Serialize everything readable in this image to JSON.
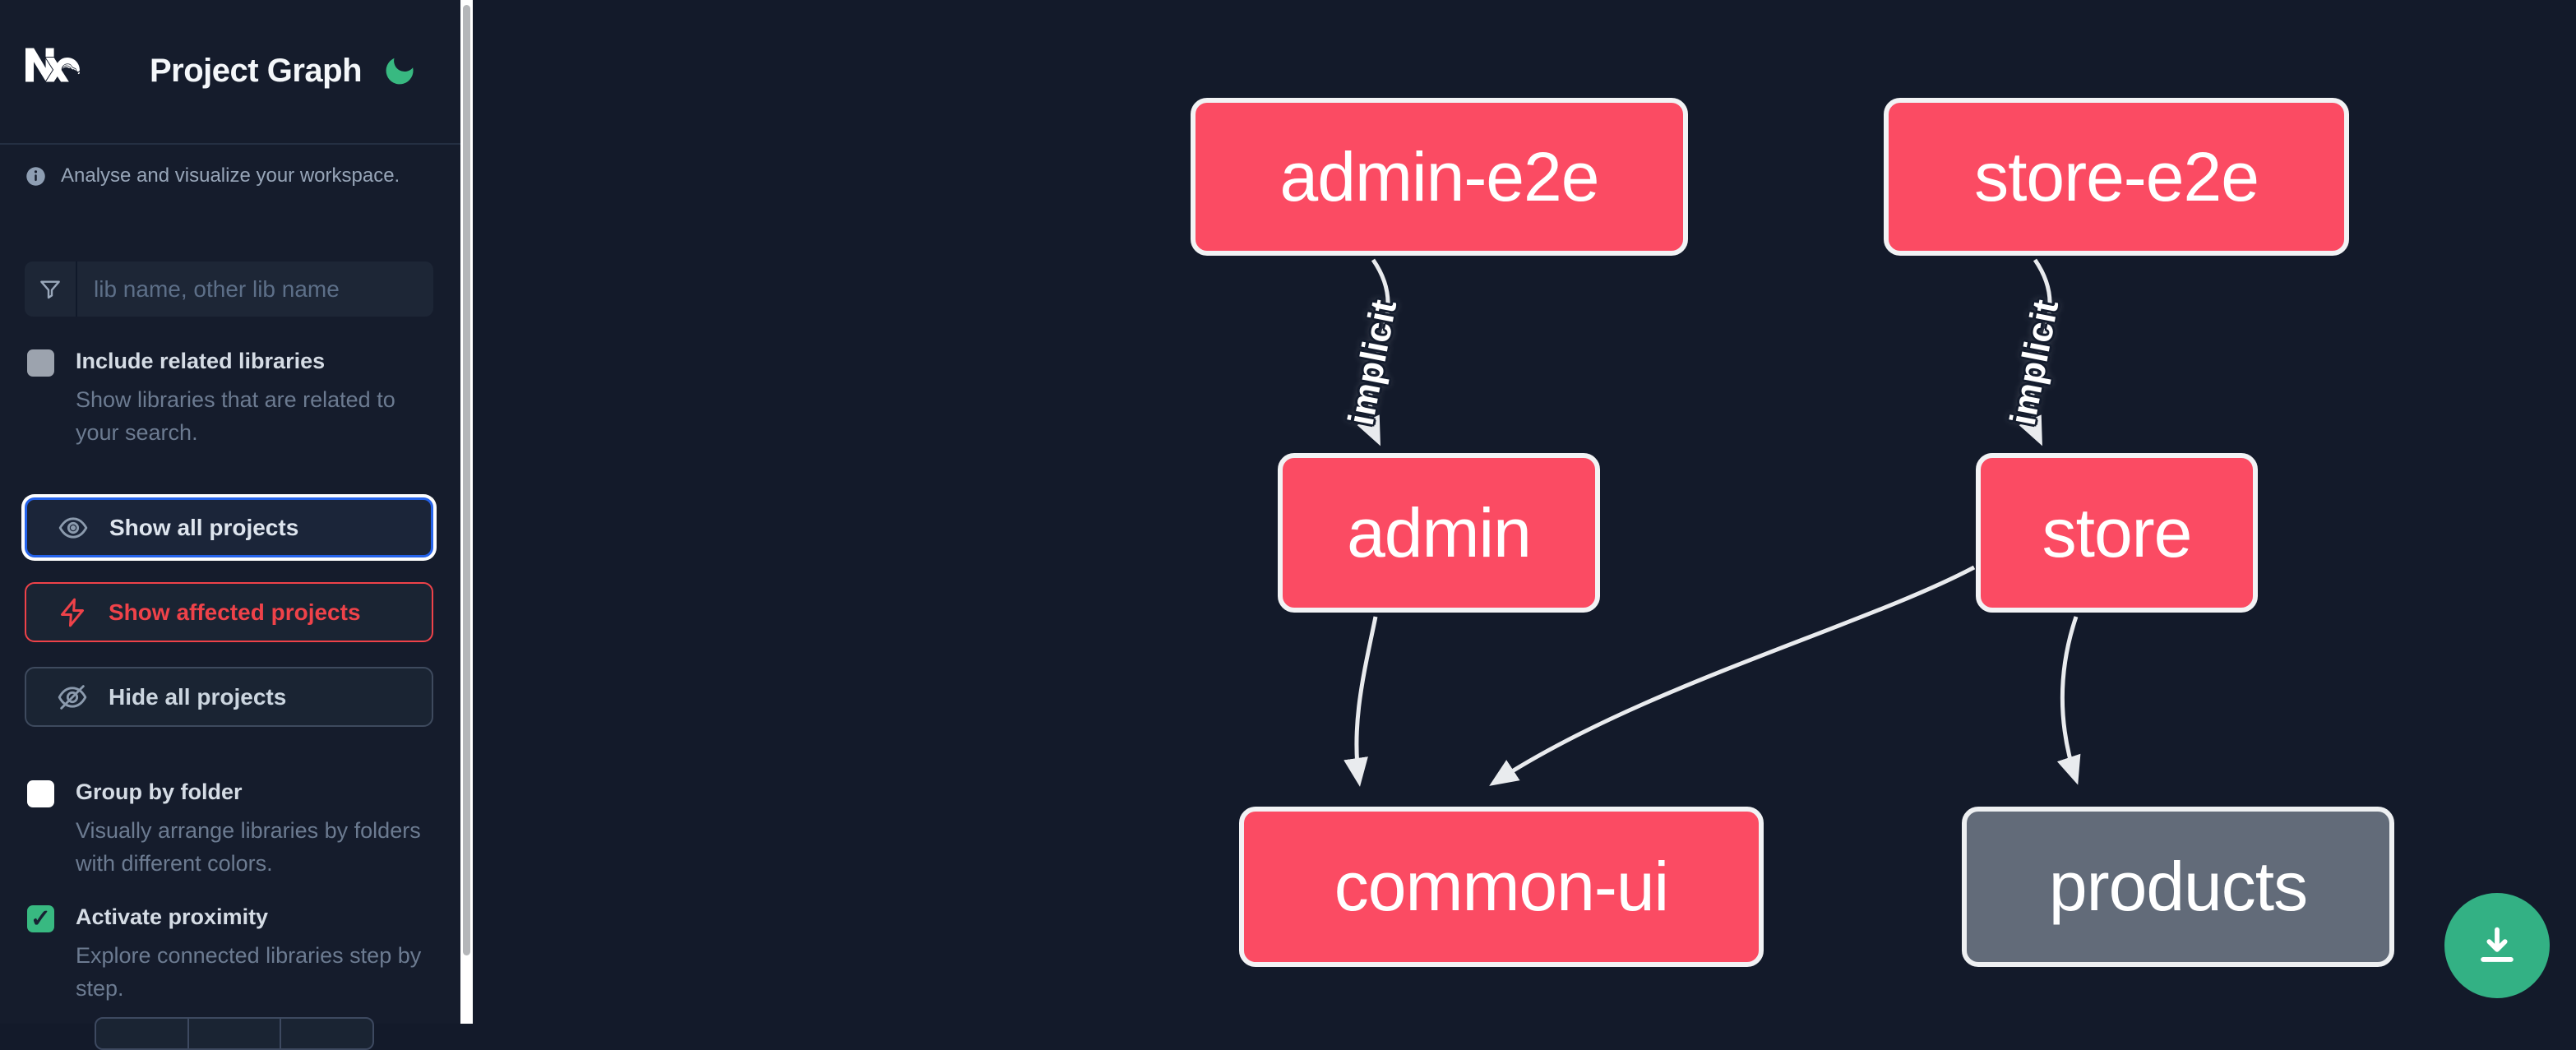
{
  "header": {
    "title": "Project Graph",
    "theme_toggle": "moon-icon"
  },
  "info": {
    "text": "Analyse and visualize your workspace."
  },
  "search": {
    "placeholder": "lib name, other lib name",
    "value": "",
    "icon": "filter-funnel-icon"
  },
  "options": [
    {
      "label": "Include related libraries",
      "desc": "Show libraries that are related to your search.",
      "checked": false
    },
    {
      "label": "Group by folder",
      "desc": "Visually arrange libraries by folders with different colors.",
      "checked": false
    },
    {
      "label": "Activate proximity",
      "desc": "Explore connected libraries step by step.",
      "checked": true,
      "check_glyph": "✓"
    }
  ],
  "buttons": {
    "show_all": "Show all projects",
    "show_affected": "Show affected projects",
    "hide_all": "Hide all projects"
  },
  "graph": {
    "edge_label": "implicit",
    "nodes": [
      {
        "id": "admin-e2e",
        "label": "admin-e2e",
        "kind": "app"
      },
      {
        "id": "store-e2e",
        "label": "store-e2e",
        "kind": "app"
      },
      {
        "id": "admin",
        "label": "admin",
        "kind": "app"
      },
      {
        "id": "store",
        "label": "store",
        "kind": "app"
      },
      {
        "id": "common-ui",
        "label": "common-ui",
        "kind": "lib"
      },
      {
        "id": "products",
        "label": "products",
        "kind": "lib-unfocused"
      }
    ],
    "edges": [
      {
        "from": "admin-e2e",
        "to": "admin",
        "label": "implicit"
      },
      {
        "from": "store-e2e",
        "to": "store",
        "label": "implicit"
      },
      {
        "from": "admin",
        "to": "common-ui",
        "label": ""
      },
      {
        "from": "store",
        "to": "common-ui",
        "label": ""
      },
      {
        "from": "store",
        "to": "products",
        "label": ""
      }
    ]
  },
  "fab": {
    "icon": "download-icon"
  },
  "colors": {
    "background": "#131a2a",
    "node_pink": "#fb4b63",
    "node_gray": "#626b79",
    "edge": "#e9ebee",
    "accent_green": "#38b981",
    "accent_blue": "#2563eb",
    "accent_red": "#ef4249"
  }
}
